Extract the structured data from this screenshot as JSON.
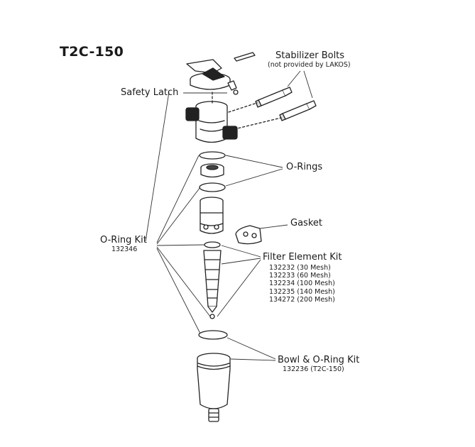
{
  "title": "T2C-150",
  "labels": {
    "stabilizer_bolts": "Stabilizer Bolts",
    "stabilizer_note": "(not provided by LAKOS)",
    "safety_latch": "Safety Latch",
    "o_rings": "O-Rings",
    "gasket": "Gasket",
    "o_ring_kit": "O-Ring Kit",
    "o_ring_kit_code": "132346",
    "filter_element_kit": "Filter Element Kit",
    "filter_element_codes": [
      "132232 (30 Mesh)",
      "132233 (60 Mesh)",
      "132234 (100 Mesh)",
      "132235 (140 Mesh)",
      "134272 (200 Mesh)"
    ],
    "bowl_kit": "Bowl & O-Ring Kit",
    "bowl_kit_code": "132236 (T2C-150)"
  }
}
